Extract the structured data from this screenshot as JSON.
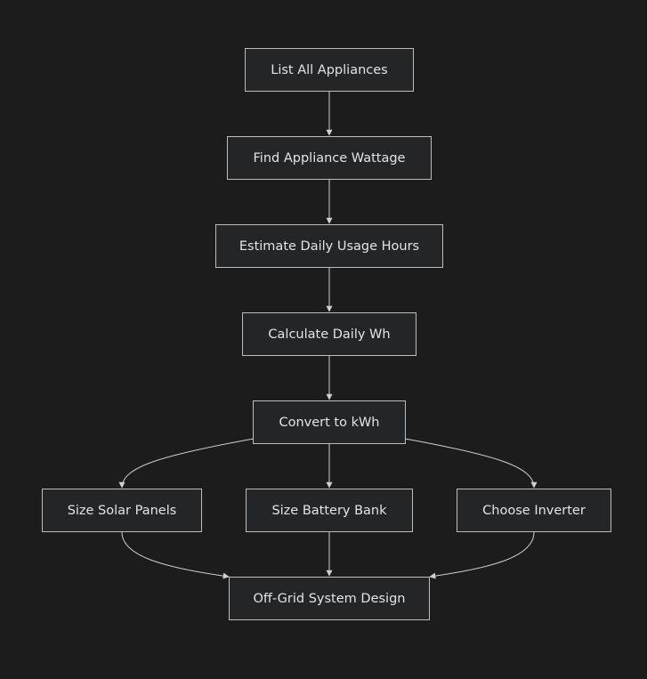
{
  "colors": {
    "background": "#1c1c1c",
    "node_fill": "#232526",
    "node_border": "#bdbdbd",
    "text": "#e4e4e4",
    "edge": "#cfcfcf"
  },
  "nodes": {
    "list_appliances": "List All Appliances",
    "find_wattage": "Find Appliance Wattage",
    "estimate_hours": "Estimate Daily Usage Hours",
    "calculate_wh": "Calculate Daily Wh",
    "convert_kwh": "Convert to kWh",
    "size_solar": "Size Solar Panels",
    "size_battery": "Size Battery Bank",
    "choose_inverter": "Choose Inverter",
    "system_design": "Off-Grid System Design"
  },
  "edges": [
    {
      "from": "list_appliances",
      "to": "find_wattage"
    },
    {
      "from": "find_wattage",
      "to": "estimate_hours"
    },
    {
      "from": "estimate_hours",
      "to": "calculate_wh"
    },
    {
      "from": "calculate_wh",
      "to": "convert_kwh"
    },
    {
      "from": "convert_kwh",
      "to": "size_solar"
    },
    {
      "from": "convert_kwh",
      "to": "size_battery"
    },
    {
      "from": "convert_kwh",
      "to": "choose_inverter"
    },
    {
      "from": "size_solar",
      "to": "system_design"
    },
    {
      "from": "size_battery",
      "to": "system_design"
    },
    {
      "from": "choose_inverter",
      "to": "system_design"
    }
  ]
}
